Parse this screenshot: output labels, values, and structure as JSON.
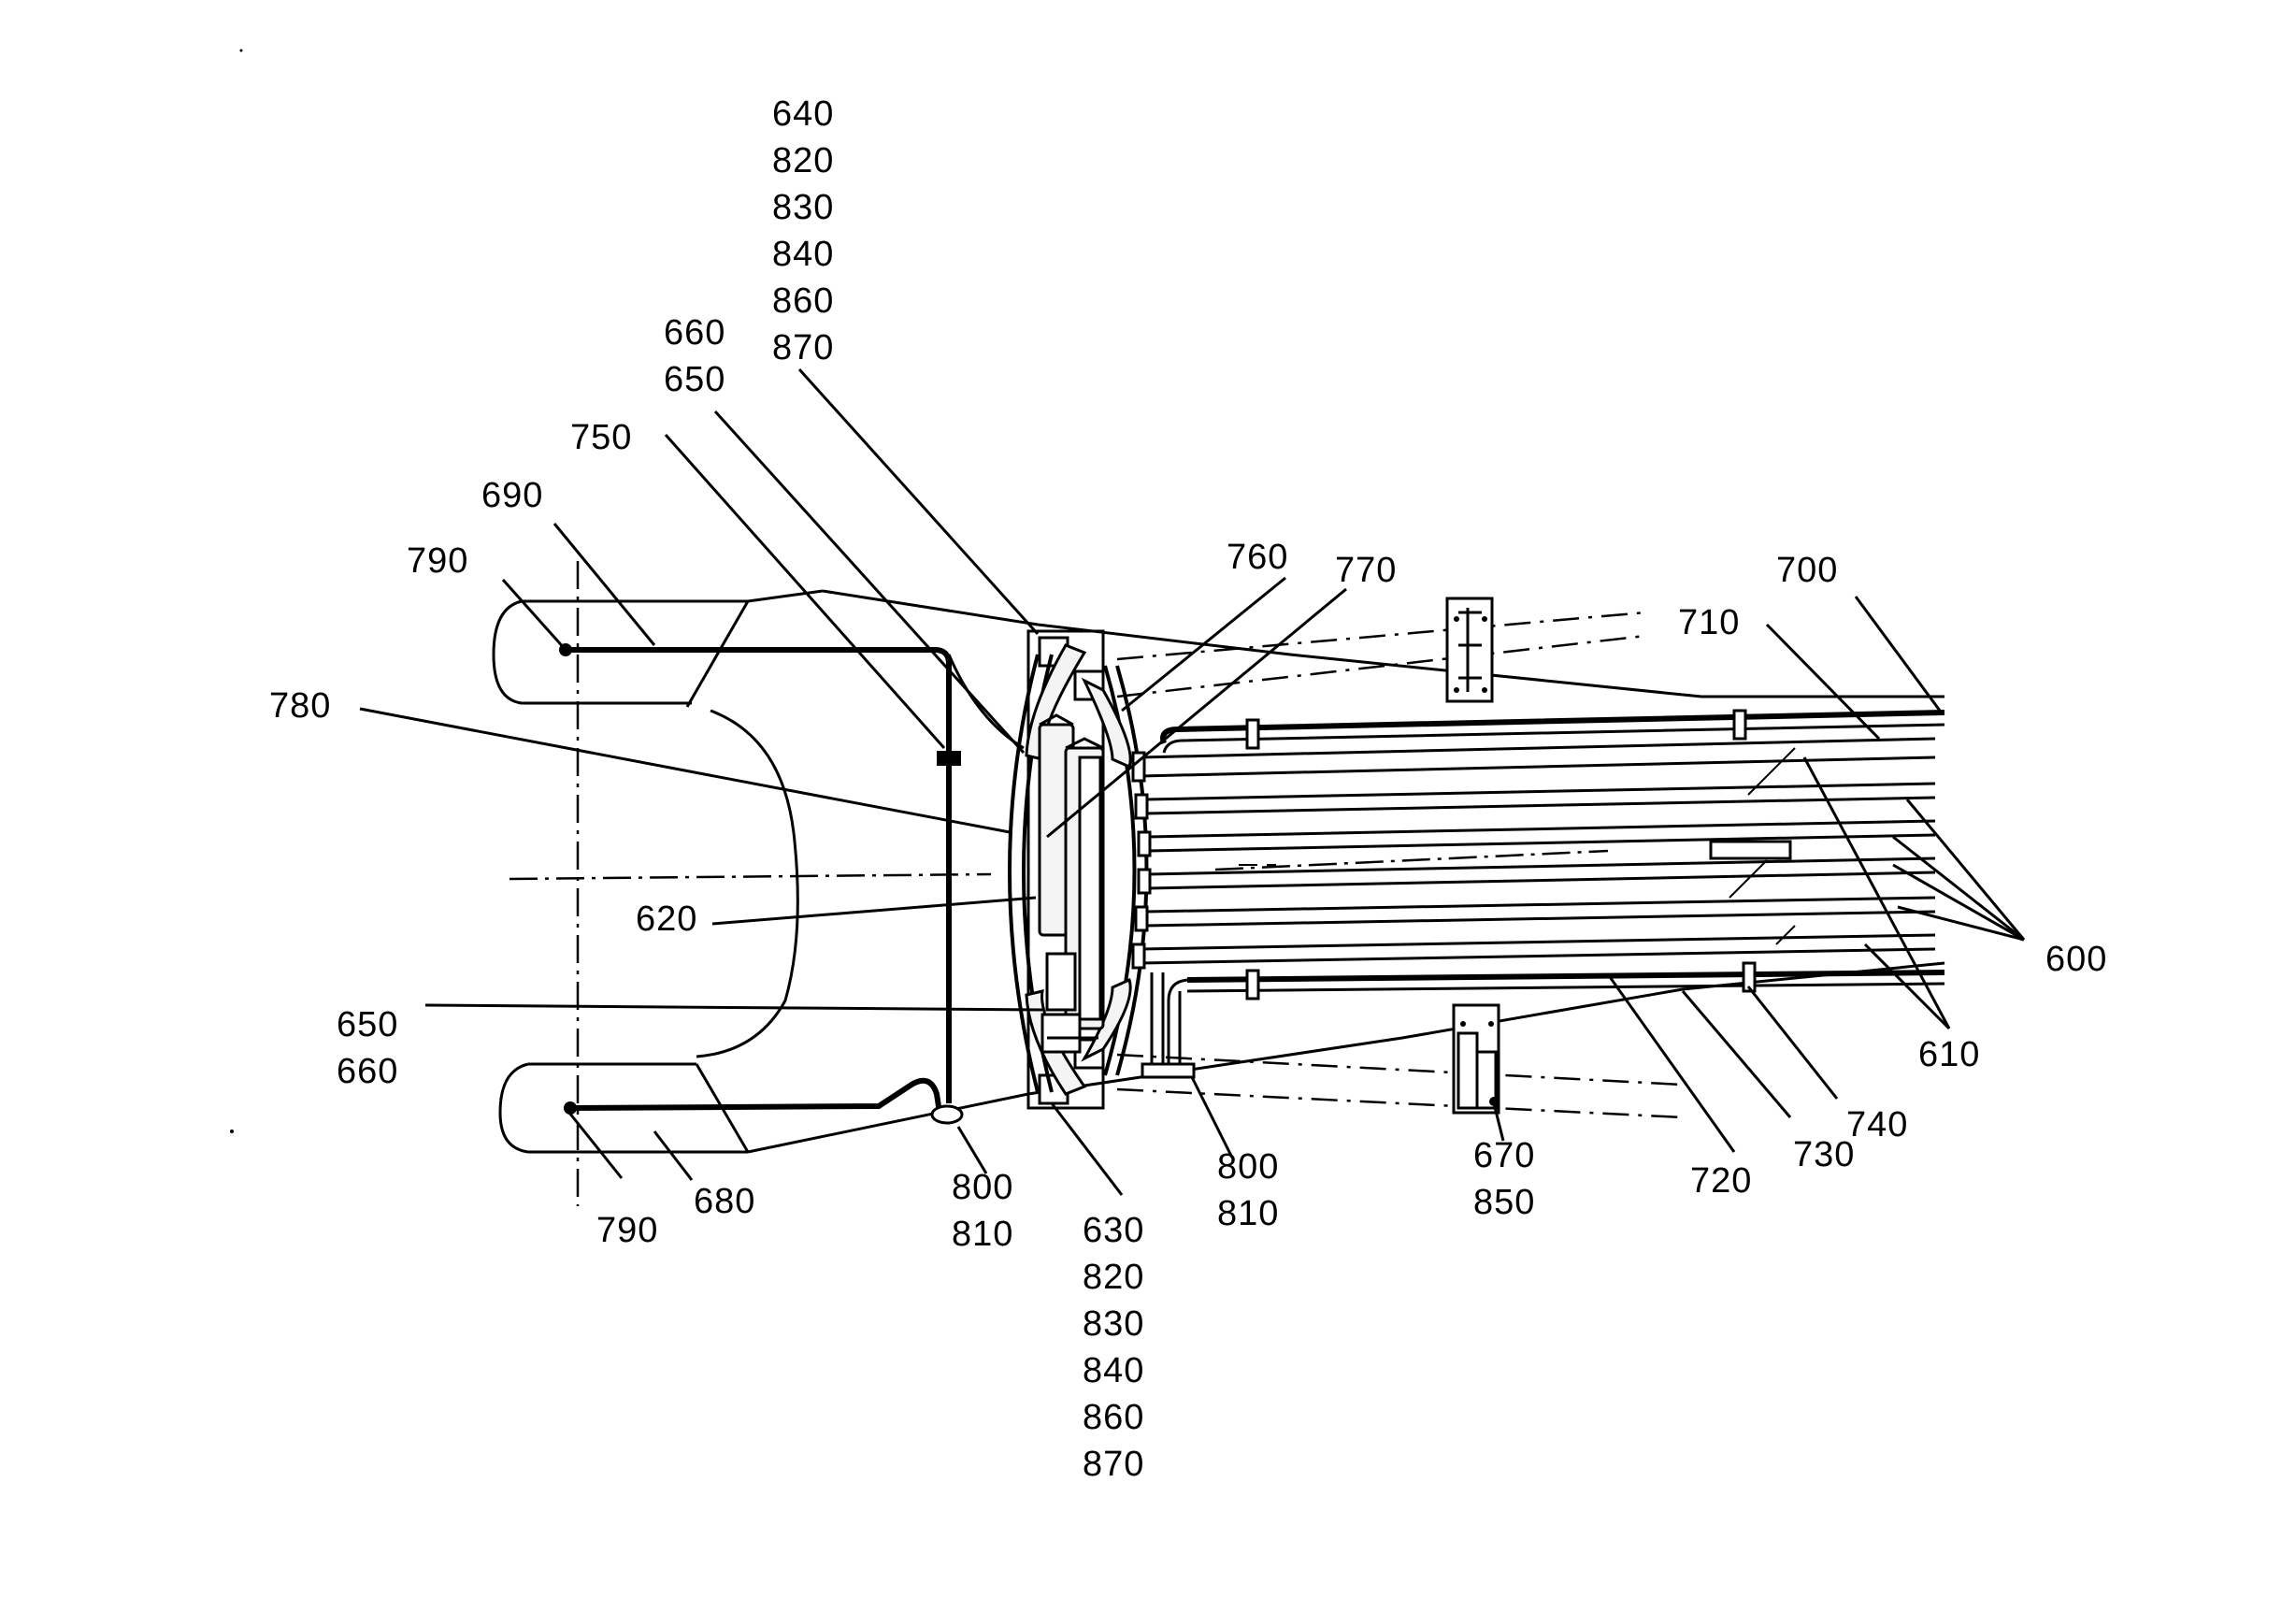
{
  "figure": {
    "labels": [
      {
        "id": "l640_870",
        "lines": [
          "640",
          "820",
          "830",
          "840",
          "860",
          "870"
        ]
      },
      {
        "id": "l660_650_top",
        "lines": [
          "660",
          "650"
        ]
      },
      {
        "id": "l750",
        "lines": [
          "750"
        ]
      },
      {
        "id": "l690",
        "lines": [
          "690"
        ]
      },
      {
        "id": "l790_top",
        "lines": [
          "790"
        ]
      },
      {
        "id": "l780",
        "lines": [
          "780"
        ]
      },
      {
        "id": "l620",
        "lines": [
          "620"
        ]
      },
      {
        "id": "l650_660_bot",
        "lines": [
          "650",
          "660"
        ]
      },
      {
        "id": "l790_bot",
        "lines": [
          "790"
        ]
      },
      {
        "id": "l680",
        "lines": [
          "680"
        ]
      },
      {
        "id": "l800_810_left",
        "lines": [
          "800",
          "810"
        ]
      },
      {
        "id": "l630_870",
        "lines": [
          "630",
          "820",
          "830",
          "840",
          "860",
          "870"
        ]
      },
      {
        "id": "l800_810_right",
        "lines": [
          "800",
          "810"
        ]
      },
      {
        "id": "l760",
        "lines": [
          "760"
        ]
      },
      {
        "id": "l770",
        "lines": [
          "770"
        ]
      },
      {
        "id": "l700",
        "lines": [
          "700"
        ]
      },
      {
        "id": "l710",
        "lines": [
          "710"
        ]
      },
      {
        "id": "l600",
        "lines": [
          "600"
        ]
      },
      {
        "id": "l610",
        "lines": [
          "610"
        ]
      },
      {
        "id": "l740",
        "lines": [
          "740"
        ]
      },
      {
        "id": "l730",
        "lines": [
          "730"
        ]
      },
      {
        "id": "l720",
        "lines": [
          "720"
        ]
      },
      {
        "id": "l670_850",
        "lines": [
          "670",
          "850"
        ]
      }
    ]
  }
}
